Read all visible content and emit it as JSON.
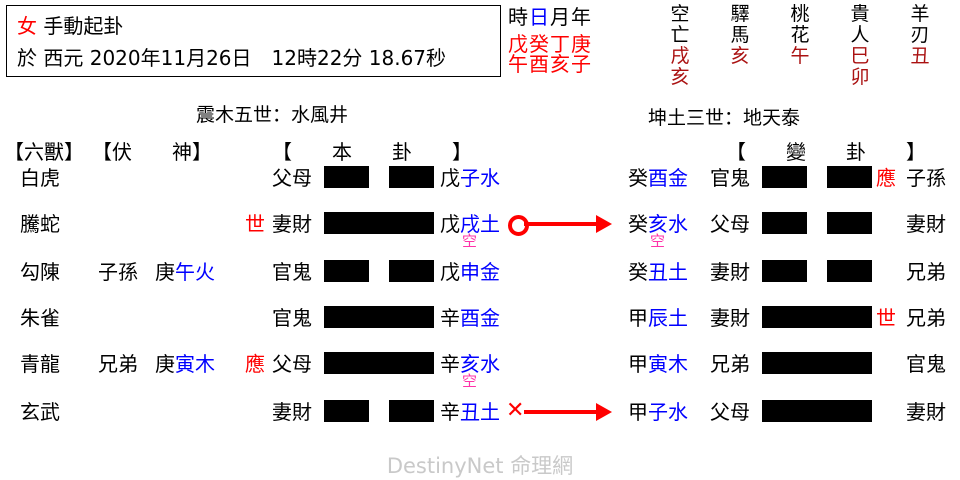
{
  "query": {
    "gender": "女",
    "method": "手動起卦",
    "prefix_at": "於",
    "calendar": "西元",
    "datetime": "2020年11月26日　12時22分 18.67秒"
  },
  "ganzhi": {
    "headers": [
      "時",
      "日",
      "月",
      "年"
    ],
    "stems": "戊癸丁庚",
    "branches": "午酉亥子",
    "day_highlight_index": 1
  },
  "shensha": [
    {
      "name1": "空",
      "name2": "亡",
      "values": [
        "戌",
        "亥"
      ]
    },
    {
      "name1": "驛",
      "name2": "馬",
      "values": [
        "亥"
      ]
    },
    {
      "name1": "桃",
      "name2": "花",
      "values": [
        "午"
      ]
    },
    {
      "name1": "貴",
      "name2": "人",
      "values": [
        "巳",
        "卯"
      ]
    },
    {
      "name1": "羊",
      "name2": "刃",
      "values": [
        "丑"
      ]
    }
  ],
  "hexagrams": {
    "original": "震木五世：水風井",
    "changed": "坤土三世：地天泰"
  },
  "headers": {
    "liushou": "【六獸】",
    "fushen": "【伏　　神】",
    "ben_gua": "【　　本　　卦　　】",
    "bian_gua": "【　　變　　卦　　】"
  },
  "rows": [
    {
      "beast": "白虎",
      "fu_relation": "",
      "fu_ganzhi_stem": "",
      "fu_ganzhi_branch": "",
      "shiying_left": "",
      "relation_left": "父母",
      "line_left": "broken",
      "stem_left": "戊",
      "branch_left": "子水",
      "kong_left": "",
      "change": "",
      "stem_right": "癸",
      "branch_right": "酉金",
      "kong_right": "",
      "relation_right": "官鬼",
      "line_right": "broken",
      "shiying_right": "應",
      "relation_far": "子孫"
    },
    {
      "beast": "騰蛇",
      "fu_relation": "",
      "fu_ganzhi_stem": "",
      "fu_ganzhi_branch": "",
      "shiying_left": "世",
      "relation_left": "妻財",
      "line_left": "solid",
      "stem_left": "戊",
      "branch_left": "戌土",
      "kong_left": "空",
      "change": "O",
      "stem_right": "癸",
      "branch_right": "亥水",
      "kong_right": "空",
      "relation_right": "父母",
      "line_right": "broken",
      "shiying_right": "",
      "relation_far": "妻財"
    },
    {
      "beast": "勾陳",
      "fu_relation": "子孫",
      "fu_ganzhi_stem": "庚",
      "fu_ganzhi_branch": "午火",
      "shiying_left": "",
      "relation_left": "官鬼",
      "line_left": "broken",
      "stem_left": "戊",
      "branch_left": "申金",
      "kong_left": "",
      "change": "",
      "stem_right": "癸",
      "branch_right": "丑土",
      "kong_right": "",
      "relation_right": "妻財",
      "line_right": "broken",
      "shiying_right": "",
      "relation_far": "兄弟"
    },
    {
      "beast": "朱雀",
      "fu_relation": "",
      "fu_ganzhi_stem": "",
      "fu_ganzhi_branch": "",
      "shiying_left": "",
      "relation_left": "官鬼",
      "line_left": "solid",
      "stem_left": "辛",
      "branch_left": "酉金",
      "kong_left": "",
      "change": "",
      "stem_right": "甲",
      "branch_right": "辰土",
      "kong_right": "",
      "relation_right": "妻財",
      "line_right": "solid",
      "shiying_right": "世",
      "relation_far": "兄弟"
    },
    {
      "beast": "青龍",
      "fu_relation": "兄弟",
      "fu_ganzhi_stem": "庚",
      "fu_ganzhi_branch": "寅木",
      "shiying_left": "應",
      "relation_left": "父母",
      "line_left": "solid",
      "stem_left": "辛",
      "branch_left": "亥水",
      "kong_left": "空",
      "change": "",
      "stem_right": "甲",
      "branch_right": "寅木",
      "kong_right": "",
      "relation_right": "兄弟",
      "line_right": "solid",
      "shiying_right": "",
      "relation_far": "官鬼"
    },
    {
      "beast": "玄武",
      "fu_relation": "",
      "fu_ganzhi_stem": "",
      "fu_ganzhi_branch": "",
      "shiying_left": "",
      "relation_left": "妻財",
      "line_left": "broken",
      "stem_left": "辛",
      "branch_left": "丑土",
      "kong_left": "",
      "change": "X",
      "stem_right": "甲",
      "branch_right": "子水",
      "kong_right": "",
      "relation_right": "父母",
      "line_right": "solid",
      "shiying_right": "",
      "relation_far": "妻財"
    }
  ],
  "footer": {
    "watermark": "DestinyNet 命理網"
  },
  "colors": {
    "red": "#ff0000",
    "blue": "#0000ff",
    "magenta": "#ff33aa",
    "darkred": "#aa1111",
    "watermark": "#c9c9c9"
  }
}
